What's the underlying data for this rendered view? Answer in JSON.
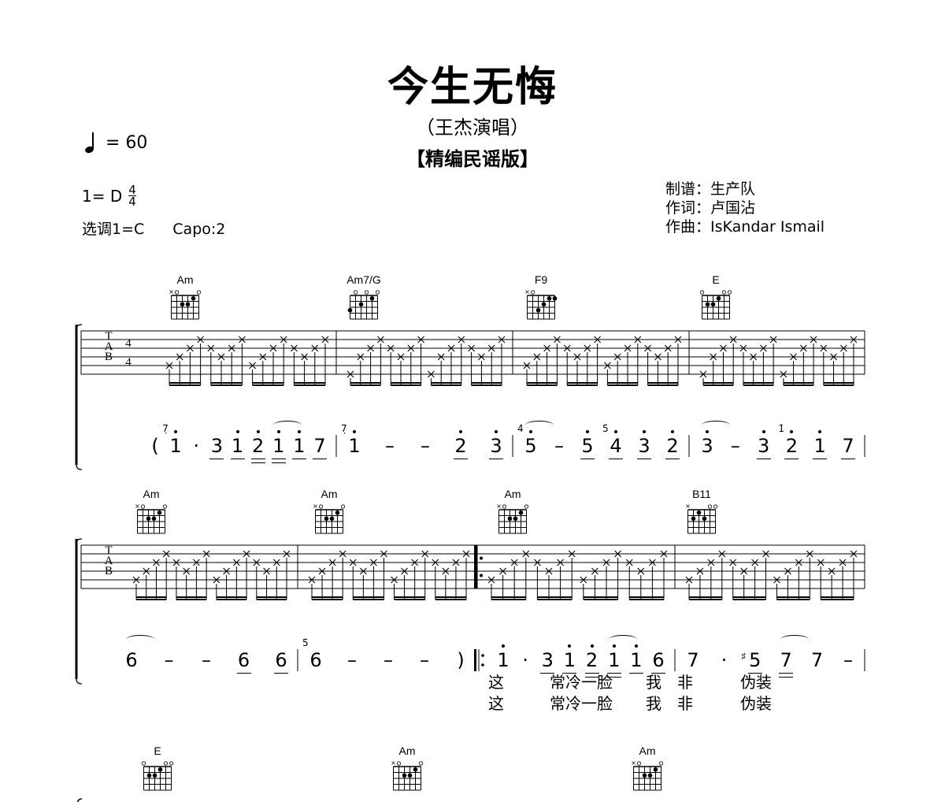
{
  "header": {
    "title": "今生无悔",
    "subtitle": "（王杰演唱）",
    "edition": "【精编民谣版】",
    "tempo": "= 60",
    "key": "1= D",
    "time_signature": {
      "top": "4",
      "bottom": "4"
    },
    "tuning_choice": "选调1=C",
    "capo": "Capo:2",
    "credits": [
      "制谱：生产队",
      "作词：卢国沾",
      "作曲：IsKandar Ismail"
    ]
  },
  "tab_labels": [
    "T",
    "A",
    "B"
  ],
  "systems": [
    {
      "chords": [
        {
          "name": "Am",
          "strings": [
            "x",
            "o",
            2,
            2,
            1,
            "o"
          ]
        },
        {
          "name": "Am7/G",
          "strings": [
            3,
            "o",
            2,
            "o",
            1,
            "o"
          ]
        },
        {
          "name": "F9",
          "strings": [
            "x",
            "o",
            3,
            2,
            1,
            1
          ]
        },
        {
          "name": "E",
          "strings": [
            "o",
            2,
            2,
            1,
            "o",
            "o"
          ]
        }
      ],
      "measures": [
        [
          {
            "n": "("
          },
          {
            "n": "1",
            "hi": 1,
            "gr": "7̣"
          },
          {
            "n": "·"
          },
          {
            "n": "3",
            "u": 1
          },
          {
            "n": "1",
            "hi": 1,
            "u": 1
          },
          {
            "n": "2",
            "hi": 1,
            "u": 2
          },
          {
            "n": "1",
            "hi": 1,
            "u": 2,
            "tie": 1
          },
          {
            "n": "1",
            "hi": 1,
            "u": 1
          },
          {
            "n": "7",
            "u": 1
          }
        ],
        [
          {
            "n": "1",
            "hi": 1,
            "gr": "7̣"
          },
          {
            "n": "–"
          },
          {
            "n": "–"
          },
          {
            "n": "2",
            "hi": 1,
            "u": 1
          },
          {
            "n": "3",
            "hi": 1,
            "u": 1
          }
        ],
        [
          {
            "n": "5",
            "hi": 1,
            "gr": "4̇",
            "tie": 1
          },
          {
            "n": "–"
          },
          {
            "n": "5",
            "hi": 1,
            "u": 1
          },
          {
            "n": "4",
            "hi": 1,
            "u": 1,
            "gr": "5̇"
          },
          {
            "n": "3",
            "hi": 1,
            "u": 1
          },
          {
            "n": "2",
            "hi": 1,
            "u": 1
          }
        ],
        [
          {
            "n": "3",
            "hi": 1,
            "tie": 1
          },
          {
            "n": "–"
          },
          {
            "n": "3",
            "hi": 1,
            "u": 1
          },
          {
            "n": "2",
            "hi": 1,
            "u": 1,
            "gr": "1̇"
          },
          {
            "n": "1",
            "hi": 1,
            "u": 1
          },
          {
            "n": "7",
            "u": 1
          }
        ]
      ],
      "lyrics": []
    },
    {
      "chords": [
        {
          "name": "Am",
          "strings": [
            "x",
            "o",
            2,
            2,
            1,
            "o"
          ]
        },
        {
          "name": "Am",
          "strings": [
            "x",
            "o",
            2,
            2,
            1,
            "o"
          ]
        },
        {
          "name": "Am",
          "strings": [
            "x",
            "o",
            2,
            2,
            1,
            "o"
          ]
        },
        {
          "name": "B11",
          "strings": [
            "x",
            2,
            1,
            2,
            "o",
            "o"
          ]
        }
      ],
      "measures": [
        [
          {
            "n": "6",
            "tie": 1
          },
          {
            "n": "–"
          },
          {
            "n": "–"
          },
          {
            "n": "6",
            "u": 1
          },
          {
            "n": "6",
            "u": 1
          }
        ],
        [
          {
            "n": "6",
            "gr": "5̇"
          },
          {
            "n": "–"
          },
          {
            "n": "–"
          },
          {
            "n": "–"
          },
          {
            "n": ")"
          }
        ],
        [
          {
            "n": "1",
            "hi": 1
          },
          {
            "n": "·"
          },
          {
            "n": "3",
            "u": 1
          },
          {
            "n": "1",
            "hi": 1,
            "u": 1
          },
          {
            "n": "2",
            "hi": 1,
            "u": 2
          },
          {
            "n": "1",
            "hi": 1,
            "u": 2,
            "tie": 1
          },
          {
            "n": "1",
            "hi": 1,
            "u": 1
          },
          {
            "n": "6",
            "u": 1
          }
        ],
        [
          {
            "n": "7"
          },
          {
            "n": "·"
          },
          {
            "n": "5",
            "u": 1,
            "sharp": 1
          },
          {
            "n": "7",
            "u": 2,
            "tie": 1
          },
          {
            "n": "7"
          },
          {
            "n": "–"
          }
        ]
      ],
      "lyrics": [
        [
          "这",
          "常冷一脸",
          "我",
          "非",
          "伪装"
        ],
        [
          "这",
          "常冷一脸",
          "我",
          "非",
          "伪装"
        ]
      ]
    },
    {
      "chords": [
        {
          "name": "E",
          "strings": [
            "o",
            2,
            2,
            1,
            "o",
            "o"
          ]
        },
        {
          "name": "Am",
          "strings": [
            "x",
            "o",
            2,
            2,
            1,
            "o"
          ]
        },
        {
          "name": "Am",
          "strings": [
            "x",
            "o",
            2,
            2,
            1,
            "o"
          ]
        }
      ],
      "measures": [],
      "lyrics": []
    }
  ]
}
